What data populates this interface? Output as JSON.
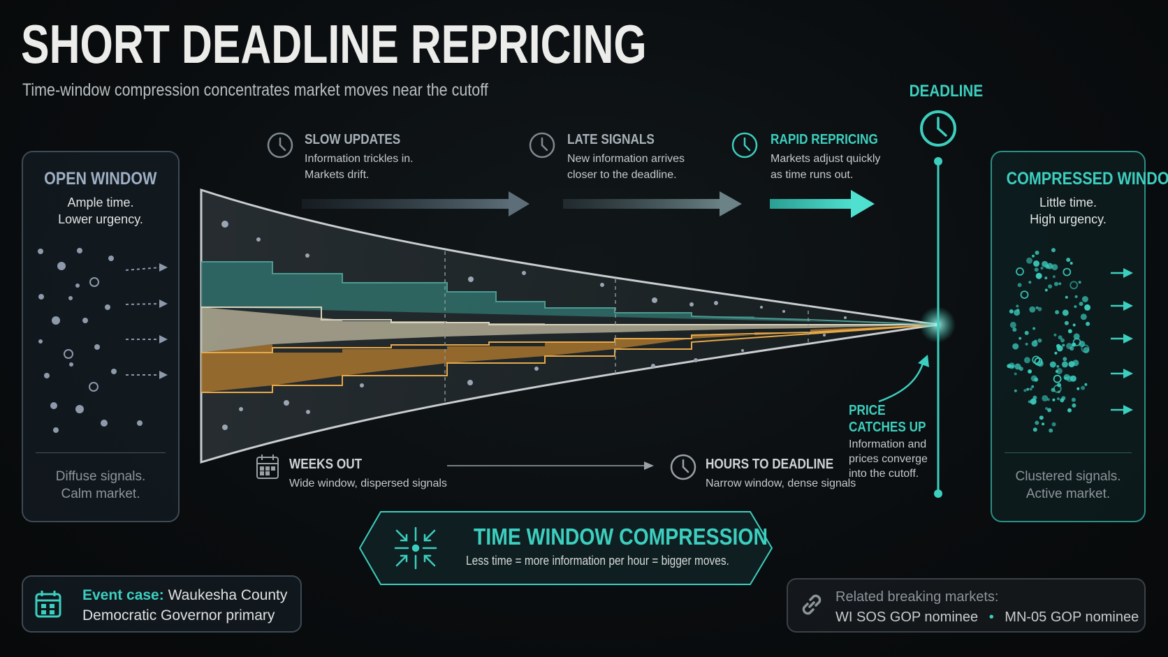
{
  "header": {
    "title": "SHORT DEADLINE REPRICING",
    "subtitle": "Time-window compression concentrates market moves near the cutoff"
  },
  "left_panel": {
    "title": "OPEN WINDOW",
    "body": [
      "Ample time.",
      "Lower urgency."
    ],
    "footer": [
      "Diffuse signals.",
      "Calm market."
    ]
  },
  "right_panel": {
    "title": "COMPRESSED WINDOW",
    "body": [
      "Little time.",
      "High urgency."
    ],
    "footer": [
      "Clustered signals.",
      "Active market."
    ]
  },
  "steps": [
    {
      "title": "SLOW UPDATES",
      "desc": [
        "Information trickles in.",
        "Markets drift."
      ],
      "icon": "clock-icon"
    },
    {
      "title": "LATE SIGNALS",
      "desc": [
        "New information arrives",
        "closer to the deadline."
      ],
      "icon": "clock-icon"
    },
    {
      "title": "RAPID REPRICING",
      "desc": [
        "Markets adjust quickly",
        "as time runs out."
      ],
      "icon": "clock-icon"
    }
  ],
  "deadline": {
    "label": "DEADLINE",
    "icon": "clock-icon"
  },
  "timeline": {
    "start": {
      "title": "WEEKS OUT",
      "desc": "Wide window, dispersed signals",
      "icon": "calendar-icon"
    },
    "end": {
      "title": "HOURS TO DEADLINE",
      "desc": "Narrow window, dense signals",
      "icon": "clock-icon"
    }
  },
  "callout": {
    "title": [
      "PRICE",
      "CATCHES UP"
    ],
    "desc": [
      "Information and",
      "prices converge",
      "into the cutoff."
    ]
  },
  "compression": {
    "title": "TIME WINDOW COMPRESSION",
    "desc": "Less time = more information per hour = bigger moves.",
    "icon": "compress-arrows-icon"
  },
  "event_case": {
    "label": "Event case:",
    "text_line1": "Waukesha County",
    "text_line2": "Democratic Governor primary",
    "icon": "calendar-icon"
  },
  "related": {
    "label": "Related breaking markets:",
    "items": [
      "WI SOS GOP nominee",
      "MN-05 GOP nominee"
    ],
    "icon": "link-icon"
  },
  "colors": {
    "accent": "#3ccfbf",
    "teal_band": "#2f6f6a",
    "beige_band": "#b9b39a",
    "orange_band": "#d9a04a",
    "panel_border": "#3e4a55",
    "muted": "#8d959b"
  }
}
